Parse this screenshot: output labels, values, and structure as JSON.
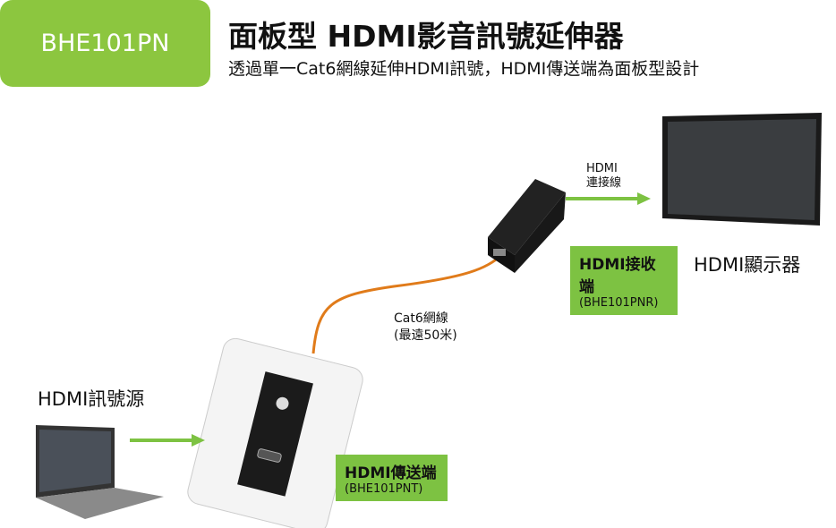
{
  "header": {
    "model": "BHE101PN",
    "title": "面板型 HDMI影音訊號延伸器",
    "subtitle": "透過單一Cat6網線延伸HDMI訊號，HDMI傳送端為面板型設計"
  },
  "source": {
    "label": "HDMI訊號源"
  },
  "display": {
    "label": "HDMI顯示器"
  },
  "receiver": {
    "title": "HDMI接收端",
    "model": "(BHE101PNR)"
  },
  "transmitter": {
    "title": "HDMI傳送端",
    "model": "(BHE101PNT)"
  },
  "cable": {
    "line1": "Cat6網線",
    "line2": "(最遠50米)"
  },
  "hdmi_cable": {
    "line1": "HDMI",
    "line2": "連接線"
  },
  "colors": {
    "green": "#8cc63f",
    "orange": "#e07b1a"
  }
}
